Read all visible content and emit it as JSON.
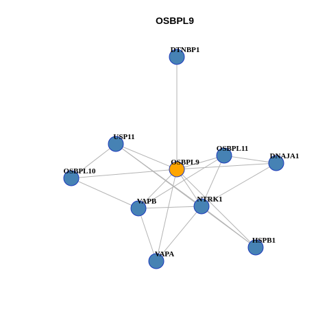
{
  "title": "OSBPL9",
  "colors": {
    "node_fill": "#4682b4",
    "node_border": "#1c39bb",
    "center_fill": "#ffa500",
    "edge": "#b3b3b3"
  },
  "nodes": [
    {
      "id": "DTNBP1"
    },
    {
      "id": "USP11"
    },
    {
      "id": "OSBPL11"
    },
    {
      "id": "DNAJA1"
    },
    {
      "id": "OSBPL9",
      "center": true
    },
    {
      "id": "OSBPL10"
    },
    {
      "id": "VAPB"
    },
    {
      "id": "NTRK1"
    },
    {
      "id": "HSPB1"
    },
    {
      "id": "VAPA"
    }
  ],
  "edges": [
    [
      "DTNBP1",
      "OSBPL9"
    ],
    [
      "USP11",
      "OSBPL9"
    ],
    [
      "USP11",
      "OSBPL10"
    ],
    [
      "USP11",
      "NTRK1"
    ],
    [
      "USP11",
      "HSPB1"
    ],
    [
      "OSBPL9",
      "OSBPL11"
    ],
    [
      "OSBPL9",
      "DNAJA1"
    ],
    [
      "OSBPL9",
      "OSBPL10"
    ],
    [
      "OSBPL9",
      "VAPB"
    ],
    [
      "OSBPL9",
      "NTRK1"
    ],
    [
      "OSBPL9",
      "VAPA"
    ],
    [
      "OSBPL9",
      "HSPB1"
    ],
    [
      "OSBPL11",
      "DNAJA1"
    ],
    [
      "OSBPL11",
      "VAPB"
    ],
    [
      "OSBPL11",
      "NTRK1"
    ],
    [
      "DNAJA1",
      "NTRK1"
    ],
    [
      "OSBPL10",
      "VAPB"
    ],
    [
      "VAPB",
      "NTRK1"
    ],
    [
      "VAPB",
      "VAPA"
    ],
    [
      "NTRK1",
      "VAPA"
    ],
    [
      "NTRK1",
      "HSPB1"
    ]
  ]
}
